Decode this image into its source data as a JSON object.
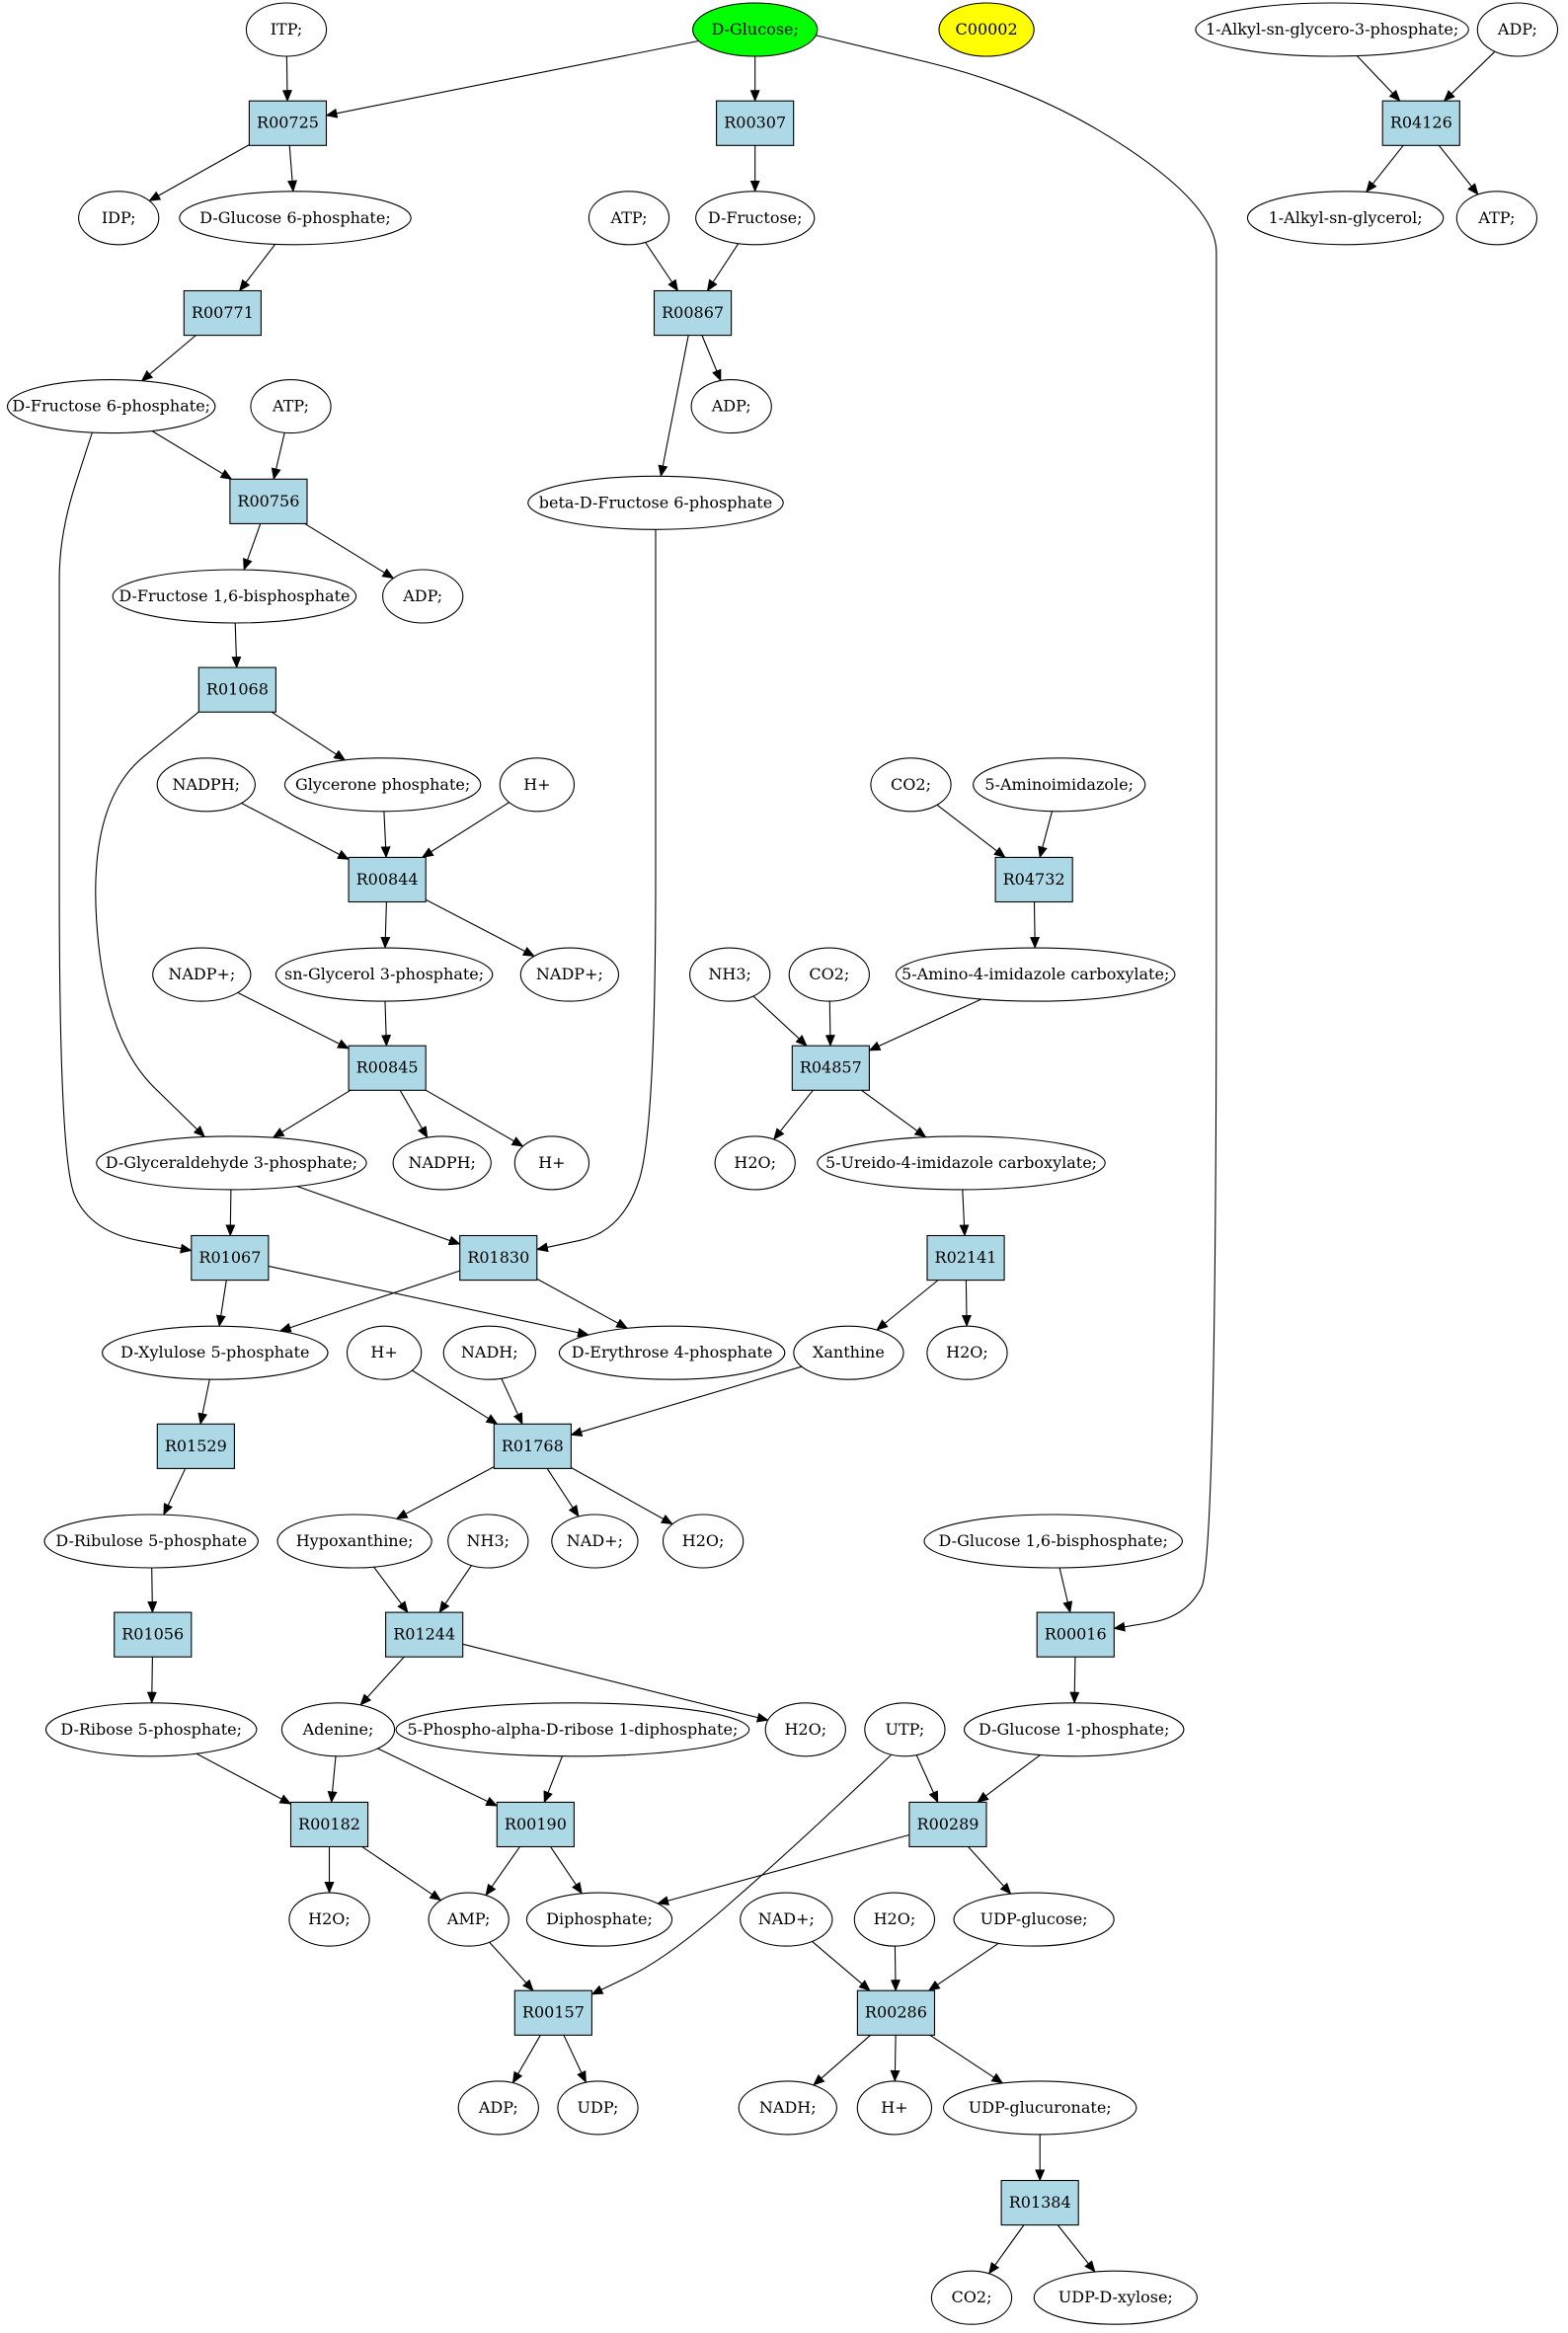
{
  "colors": {
    "reaction_fill": "#add8e6",
    "compound_fill": "#ffffff",
    "glucose_fill": "#00ff00",
    "c00002_fill": "#ffff00",
    "stroke": "#000000"
  },
  "compounds": [
    {
      "id": "itp_top",
      "label": "ITP;"
    },
    {
      "id": "glucose",
      "label": "D-Glucose;",
      "highlight": "glucose"
    },
    {
      "id": "c00002",
      "label": "C00002",
      "highlight": "c00002"
    },
    {
      "id": "alkyl_g3p",
      "label": "1-Alkyl-sn-glycero-3-phosphate;"
    },
    {
      "id": "adp_r04126",
      "label": "ADP;"
    },
    {
      "id": "idp",
      "label": "IDP;"
    },
    {
      "id": "g6p",
      "label": "D-Glucose 6-phosphate;"
    },
    {
      "id": "atp_r00867",
      "label": "ATP;"
    },
    {
      "id": "fructose",
      "label": "D-Fructose;"
    },
    {
      "id": "alkyl_glycerol",
      "label": "1-Alkyl-sn-glycerol;"
    },
    {
      "id": "atp_r04126",
      "label": "ATP;"
    },
    {
      "id": "f6p",
      "label": "D-Fructose 6-phosphate;"
    },
    {
      "id": "atp_r00756",
      "label": "ATP;"
    },
    {
      "id": "adp_r00867",
      "label": "ADP;"
    },
    {
      "id": "beta_f6p",
      "label": "beta-D-Fructose 6-phosphate"
    },
    {
      "id": "f16bp",
      "label": "D-Fructose 1,6-bisphosphate"
    },
    {
      "id": "adp_r00756",
      "label": "ADP;"
    },
    {
      "id": "nadph_in",
      "label": "NADPH;"
    },
    {
      "id": "glycerone_p",
      "label": "Glycerone phosphate;"
    },
    {
      "id": "hplus_r00844",
      "label": "H+"
    },
    {
      "id": "co2_r04732",
      "label": "CO2;"
    },
    {
      "id": "aminoimidazole",
      "label": "5-Aminoimidazole;"
    },
    {
      "id": "sn_g3p",
      "label": "sn-Glycerol 3-phosphate;"
    },
    {
      "id": "nadp_out",
      "label": "NADP+;"
    },
    {
      "id": "nadp_in",
      "label": "NADP+;"
    },
    {
      "id": "nh3_r04857",
      "label": "NH3;"
    },
    {
      "id": "co2_r04857",
      "label": "CO2;"
    },
    {
      "id": "aicarb",
      "label": "5-Amino-4-imidazole carboxylate;"
    },
    {
      "id": "gap",
      "label": "D-Glyceraldehyde 3-phosphate;"
    },
    {
      "id": "nadph_out",
      "label": "NADPH;"
    },
    {
      "id": "hplus_r00845",
      "label": "H+"
    },
    {
      "id": "h2o_r04857",
      "label": "H2O;"
    },
    {
      "id": "uicarb",
      "label": "5-Ureido-4-imidazole carboxylate;"
    },
    {
      "id": "x5p",
      "label": "D-Xylulose 5-phosphate"
    },
    {
      "id": "hplus_r01768",
      "label": "H+"
    },
    {
      "id": "nadh_r01768",
      "label": "NADH;"
    },
    {
      "id": "e4p",
      "label": "D-Erythrose 4-phosphate"
    },
    {
      "id": "xanthine",
      "label": "Xanthine"
    },
    {
      "id": "h2o_r02141",
      "label": "H2O;"
    },
    {
      "id": "ru5p",
      "label": "D-Ribulose 5-phosphate"
    },
    {
      "id": "hypoxanthine",
      "label": "Hypoxanthine;"
    },
    {
      "id": "nh3_r01244",
      "label": "NH3;"
    },
    {
      "id": "nad_r01768",
      "label": "NAD+;"
    },
    {
      "id": "h2o_r01768",
      "label": "H2O;"
    },
    {
      "id": "g16bp",
      "label": "D-Glucose 1,6-bisphosphate;"
    },
    {
      "id": "r5p",
      "label": "D-Ribose 5-phosphate;"
    },
    {
      "id": "adenine",
      "label": "Adenine;"
    },
    {
      "id": "prpp",
      "label": "5-Phospho-alpha-D-ribose 1-diphosphate;"
    },
    {
      "id": "h2o_r01244",
      "label": "H2O;"
    },
    {
      "id": "utp",
      "label": "UTP;"
    },
    {
      "id": "g1p",
      "label": "D-Glucose 1-phosphate;"
    },
    {
      "id": "h2o_r00182",
      "label": "H2O;"
    },
    {
      "id": "amp",
      "label": "AMP;"
    },
    {
      "id": "diphosphate",
      "label": "Diphosphate;"
    },
    {
      "id": "nad_r00286",
      "label": "NAD+;"
    },
    {
      "id": "h2o_r00286",
      "label": "H2O;"
    },
    {
      "id": "udp_glucose",
      "label": "UDP-glucose;"
    },
    {
      "id": "adp_r00157",
      "label": "ADP;"
    },
    {
      "id": "udp",
      "label": "UDP;"
    },
    {
      "id": "nadh_r00286",
      "label": "NADH;"
    },
    {
      "id": "hplus_r00286",
      "label": "H+"
    },
    {
      "id": "udp_glucuronate",
      "label": "UDP-glucuronate;"
    },
    {
      "id": "co2_r01384",
      "label": "CO2;"
    },
    {
      "id": "udp_xylose",
      "label": "UDP-D-xylose;"
    }
  ],
  "reactions": [
    {
      "id": "R00725",
      "label": "R00725"
    },
    {
      "id": "R00307",
      "label": "R00307"
    },
    {
      "id": "R04126",
      "label": "R04126"
    },
    {
      "id": "R00771",
      "label": "R00771"
    },
    {
      "id": "R00867",
      "label": "R00867"
    },
    {
      "id": "R00756",
      "label": "R00756"
    },
    {
      "id": "R01068",
      "label": "R01068"
    },
    {
      "id": "R00844",
      "label": "R00844"
    },
    {
      "id": "R04732",
      "label": "R04732"
    },
    {
      "id": "R00845",
      "label": "R00845"
    },
    {
      "id": "R04857",
      "label": "R04857"
    },
    {
      "id": "R01067",
      "label": "R01067"
    },
    {
      "id": "R01830",
      "label": "R01830"
    },
    {
      "id": "R02141",
      "label": "R02141"
    },
    {
      "id": "R01529",
      "label": "R01529"
    },
    {
      "id": "R01768",
      "label": "R01768"
    },
    {
      "id": "R01056",
      "label": "R01056"
    },
    {
      "id": "R01244",
      "label": "R01244"
    },
    {
      "id": "R00016",
      "label": "R00016"
    },
    {
      "id": "R00182",
      "label": "R00182"
    },
    {
      "id": "R00190",
      "label": "R00190"
    },
    {
      "id": "R00289",
      "label": "R00289"
    },
    {
      "id": "R00157",
      "label": "R00157"
    },
    {
      "id": "R00286",
      "label": "R00286"
    },
    {
      "id": "R01384",
      "label": "R01384"
    }
  ],
  "edges": [
    [
      "itp_top",
      "R00725"
    ],
    [
      "glucose",
      "R00725"
    ],
    [
      "R00725",
      "idp"
    ],
    [
      "R00725",
      "g6p"
    ],
    [
      "glucose",
      "R00307"
    ],
    [
      "R00307",
      "fructose"
    ],
    [
      "glucose",
      "R00016"
    ],
    [
      "alkyl_g3p",
      "R04126"
    ],
    [
      "adp_r04126",
      "R04126"
    ],
    [
      "R04126",
      "alkyl_glycerol"
    ],
    [
      "R04126",
      "atp_r04126"
    ],
    [
      "g6p",
      "R00771"
    ],
    [
      "R00771",
      "f6p"
    ],
    [
      "atp_r00867",
      "R00867"
    ],
    [
      "fructose",
      "R00867"
    ],
    [
      "R00867",
      "adp_r00867"
    ],
    [
      "R00867",
      "beta_f6p"
    ],
    [
      "f6p",
      "R00756"
    ],
    [
      "atp_r00756",
      "R00756"
    ],
    [
      "R00756",
      "f16bp"
    ],
    [
      "R00756",
      "adp_r00756"
    ],
    [
      "f6p",
      "R01067"
    ],
    [
      "f16bp",
      "R01068"
    ],
    [
      "R01068",
      "glycerone_p"
    ],
    [
      "R01068",
      "gap"
    ],
    [
      "nadph_in",
      "R00844"
    ],
    [
      "glycerone_p",
      "R00844"
    ],
    [
      "hplus_r00844",
      "R00844"
    ],
    [
      "R00844",
      "sn_g3p"
    ],
    [
      "R00844",
      "nadp_out"
    ],
    [
      "co2_r04732",
      "R04732"
    ],
    [
      "aminoimidazole",
      "R04732"
    ],
    [
      "R04732",
      "aicarb"
    ],
    [
      "nadp_in",
      "R00845"
    ],
    [
      "sn_g3p",
      "R00845"
    ],
    [
      "R00845",
      "gap"
    ],
    [
      "R00845",
      "nadph_out"
    ],
    [
      "R00845",
      "hplus_r00845"
    ],
    [
      "nh3_r04857",
      "R04857"
    ],
    [
      "co2_r04857",
      "R04857"
    ],
    [
      "aicarb",
      "R04857"
    ],
    [
      "R04857",
      "h2o_r04857"
    ],
    [
      "R04857",
      "uicarb"
    ],
    [
      "beta_f6p",
      "R01830"
    ],
    [
      "gap",
      "R01067"
    ],
    [
      "gap",
      "R01830"
    ],
    [
      "R01067",
      "x5p"
    ],
    [
      "R01067",
      "e4p"
    ],
    [
      "R01830",
      "x5p"
    ],
    [
      "R01830",
      "e4p"
    ],
    [
      "uicarb",
      "R02141"
    ],
    [
      "R02141",
      "xanthine"
    ],
    [
      "R02141",
      "h2o_r02141"
    ],
    [
      "x5p",
      "R01529"
    ],
    [
      "R01529",
      "ru5p"
    ],
    [
      "hplus_r01768",
      "R01768"
    ],
    [
      "nadh_r01768",
      "R01768"
    ],
    [
      "xanthine",
      "R01768"
    ],
    [
      "R01768",
      "hypoxanthine"
    ],
    [
      "R01768",
      "nad_r01768"
    ],
    [
      "R01768",
      "h2o_r01768"
    ],
    [
      "ru5p",
      "R01056"
    ],
    [
      "R01056",
      "r5p"
    ],
    [
      "hypoxanthine",
      "R01244"
    ],
    [
      "nh3_r01244",
      "R01244"
    ],
    [
      "R01244",
      "adenine"
    ],
    [
      "R01244",
      "h2o_r01244"
    ],
    [
      "g16bp",
      "R00016"
    ],
    [
      "R00016",
      "g1p"
    ],
    [
      "r5p",
      "R00182"
    ],
    [
      "adenine",
      "R00182"
    ],
    [
      "R00182",
      "h2o_r00182"
    ],
    [
      "R00182",
      "amp"
    ],
    [
      "adenine",
      "R00190"
    ],
    [
      "prpp",
      "R00190"
    ],
    [
      "R00190",
      "amp"
    ],
    [
      "R00190",
      "diphosphate"
    ],
    [
      "utp",
      "R00289"
    ],
    [
      "g1p",
      "R00289"
    ],
    [
      "R00289",
      "diphosphate"
    ],
    [
      "R00289",
      "udp_glucose"
    ],
    [
      "utp",
      "R00157"
    ],
    [
      "amp",
      "R00157"
    ],
    [
      "R00157",
      "adp_r00157"
    ],
    [
      "R00157",
      "udp"
    ],
    [
      "nad_r00286",
      "R00286"
    ],
    [
      "h2o_r00286",
      "R00286"
    ],
    [
      "udp_glucose",
      "R00286"
    ],
    [
      "R00286",
      "nadh_r00286"
    ],
    [
      "R00286",
      "hplus_r00286"
    ],
    [
      "R00286",
      "udp_glucuronate"
    ],
    [
      "udp_glucuronate",
      "R01384"
    ],
    [
      "R01384",
      "co2_r01384"
    ],
    [
      "R01384",
      "udp_xylose"
    ]
  ]
}
